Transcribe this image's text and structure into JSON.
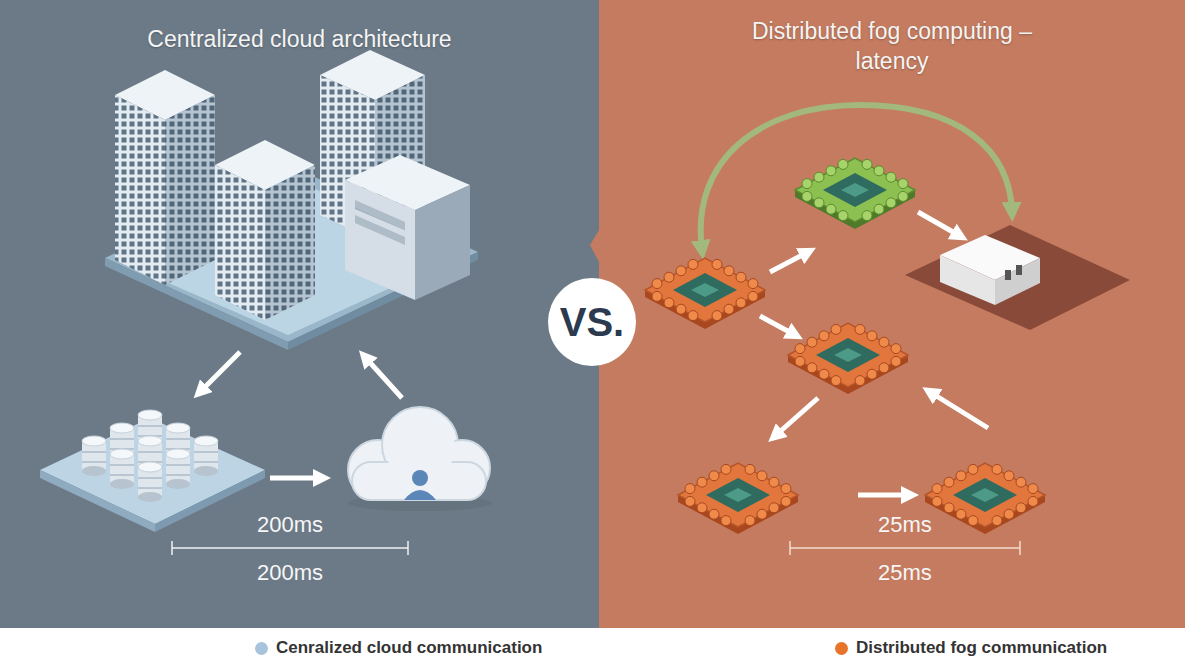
{
  "diagram": {
    "nodes": [
      {
        "text": [
          "Centralized cloud architecture"
        ]
      },
      {
        "text": [
          "VS."
        ]
      },
      {
        "text": [
          "Distributed fog computing – latency"
        ]
      }
    ],
    "labels": [
      "200ms",
      "200ms",
      "25ms",
      "25ms"
    ],
    "legend": [
      {
        "text": "Cenralized cloud communication",
        "color": "#a8c4dc"
      },
      {
        "text": "Distributed fog communication",
        "color": "#e8742c"
      }
    ]
  }
}
